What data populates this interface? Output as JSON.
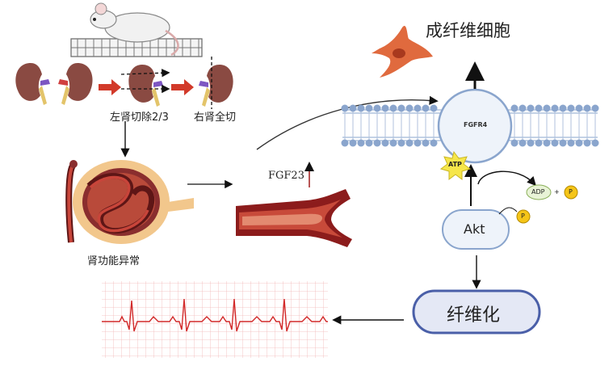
{
  "labels": {
    "fibroblast": "成纤维细胞",
    "resect_left": "左肾切除2/3",
    "resect_right": "右肾全切",
    "renal_dysfunction": "肾功能异常",
    "fgf23": "FGF23",
    "fgfr4": "FGFR4",
    "atp": "ATP",
    "adp": "ADP",
    "plus": "+",
    "phosphate": "P",
    "akt": "Akt",
    "fibrosis": "纤维化"
  },
  "colors": {
    "kidney": "#8a4a42",
    "red_arrow": "#d23a2a",
    "fibroblast": "#e06a3e",
    "membrane_head": "#8aa5cd",
    "receptor_fill": "#eef3fa",
    "receptor_stroke": "#8aa5cd",
    "fibrosis_stroke": "#4a5fa8",
    "atp_star": "#f6e64a",
    "phosphate": "#f5c518",
    "adp_fill": "#e8f3d6",
    "vessel": "#8c1c1c",
    "ecg_grid": "#f2b8b8",
    "ecg_line": "#d22a2a"
  },
  "icons": [
    "mouse-icon",
    "kidney-icon",
    "fibroblast-cell-icon",
    "nephron-icon",
    "blood-vessel-icon",
    "ecg-strip-icon"
  ]
}
